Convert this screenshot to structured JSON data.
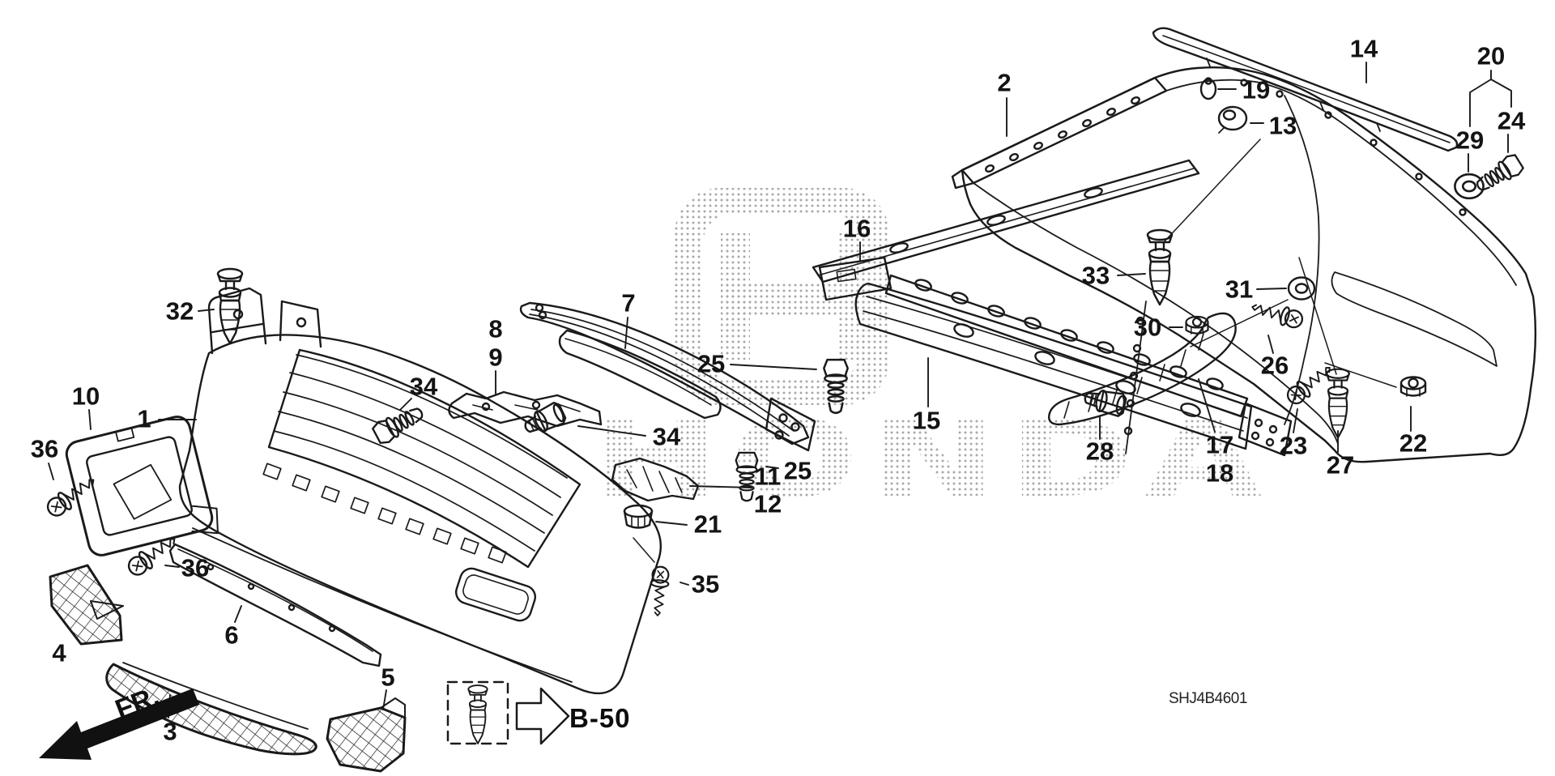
{
  "diagram_code": "SHJ4B4601",
  "watermark_brand": "HONDA",
  "direction_label": "FR.",
  "reference_label": "B-50",
  "callouts": {
    "p1": "1",
    "p2": "2",
    "p3": "3",
    "p4": "4",
    "p5": "5",
    "p6": "6",
    "p7": "7",
    "p8": "8",
    "p9": "9",
    "p10": "10",
    "p11": "11",
    "p12": "12",
    "p13": "13",
    "p14": "14",
    "p15": "15",
    "p16": "16",
    "p17": "17",
    "p18": "18",
    "p19": "19",
    "p20": "20",
    "p21": "21",
    "p22": "22",
    "p23": "23",
    "p24": "24",
    "p25a": "25",
    "p25b": "25",
    "p26": "26",
    "p27": "27",
    "p28": "28",
    "p29": "29",
    "p30": "30",
    "p31": "31",
    "p32": "32",
    "p33": "33",
    "p34a": "34",
    "p34b": "34",
    "p35": "35",
    "p36a": "36",
    "p36b": "36"
  }
}
